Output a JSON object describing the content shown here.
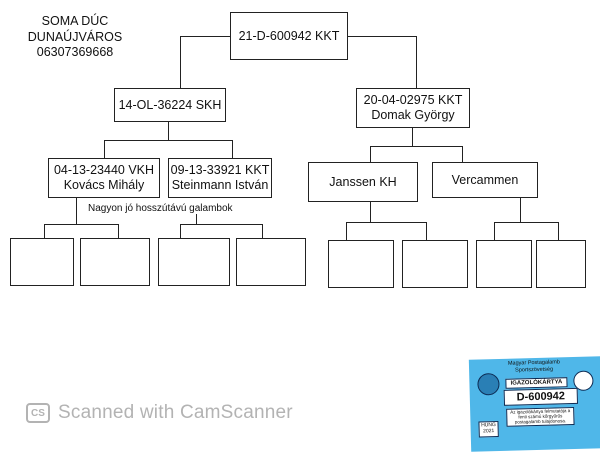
{
  "owner": {
    "name": "SOMA DÚC",
    "city": "DUNAÚJVÁROS",
    "phone": "06307369668"
  },
  "pedigree": {
    "subject": {
      "ring": "21-D-600942 KKT"
    },
    "sire": {
      "ring": "14-OL-36224 SKH"
    },
    "dam": {
      "ring": "20-04-02975 KKT",
      "breeder": "Domak György"
    },
    "sire_sire": {
      "ring": "04-13-23440 VKH",
      "breeder": "Kovács Mihály"
    },
    "sire_dam": {
      "ring": "09-13-33921 KKT",
      "breeder": "Steinmann István"
    },
    "dam_sire": {
      "name": "Janssen KH"
    },
    "dam_dam": {
      "name": "Vercammen"
    },
    "note": "Nagyon jó hosszútávú galambok"
  },
  "watermark": {
    "text": "Scanned with CamScanner",
    "logo": "CS"
  },
  "id_card": {
    "title": "Magyar Postagalamb Sportszövetség",
    "label": "IGAZOLÓKÁRTYA",
    "number": "D-600942",
    "small_text": "Az igazolókártya felmutatója a fenti számú kőrgyűrűs postagalamb tulajdonosa.",
    "country": "HUNG",
    "year": "2021"
  }
}
